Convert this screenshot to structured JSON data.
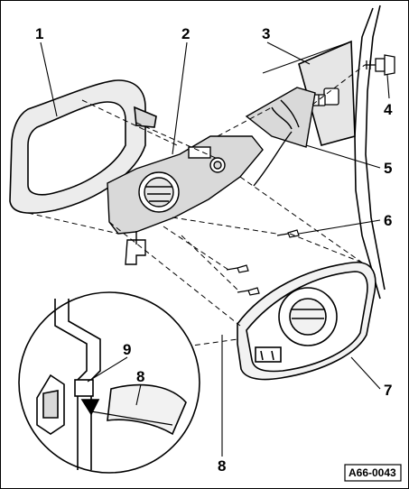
{
  "callouts": {
    "c1": "1",
    "c2": "2",
    "c3": "3",
    "c4": "4",
    "c5": "5",
    "c6": "6",
    "c7": "7",
    "c8a": "8",
    "c8b": "8",
    "c9": "9"
  },
  "figure_id": "A66-0043",
  "colors": {
    "ink": "#000000",
    "shade": "#d9d9d9",
    "light": "#ececec",
    "paper": "#ffffff"
  }
}
